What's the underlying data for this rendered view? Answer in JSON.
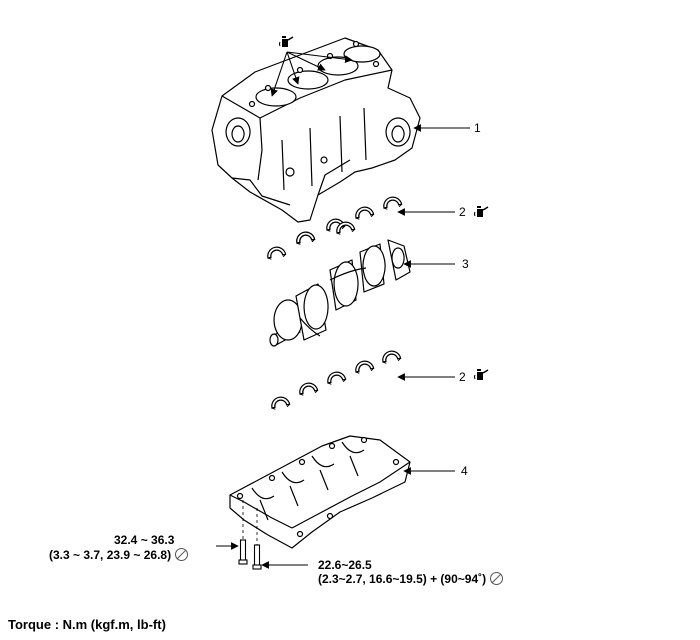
{
  "callouts": {
    "c1": "1",
    "c2_upper": "2",
    "c3": "3",
    "c2_lower": "2",
    "c4": "4"
  },
  "torques": {
    "bolt_a_value": "32.4 ~ 36.3",
    "bolt_a_detail": "(3.3 ~ 3.7, 23.9 ~ 26.8)",
    "bolt_b_value": "22.6~26.5",
    "bolt_b_detail": "(2.3~2.7, 16.6~19.5) + (90~94˚)"
  },
  "footer": {
    "torque_unit_note": "Torque : N.m (kgf.m, lb-ft)"
  },
  "icons": {
    "oil_can": "oil-can-icon",
    "do_not_reuse": "do-not-reuse-icon"
  }
}
